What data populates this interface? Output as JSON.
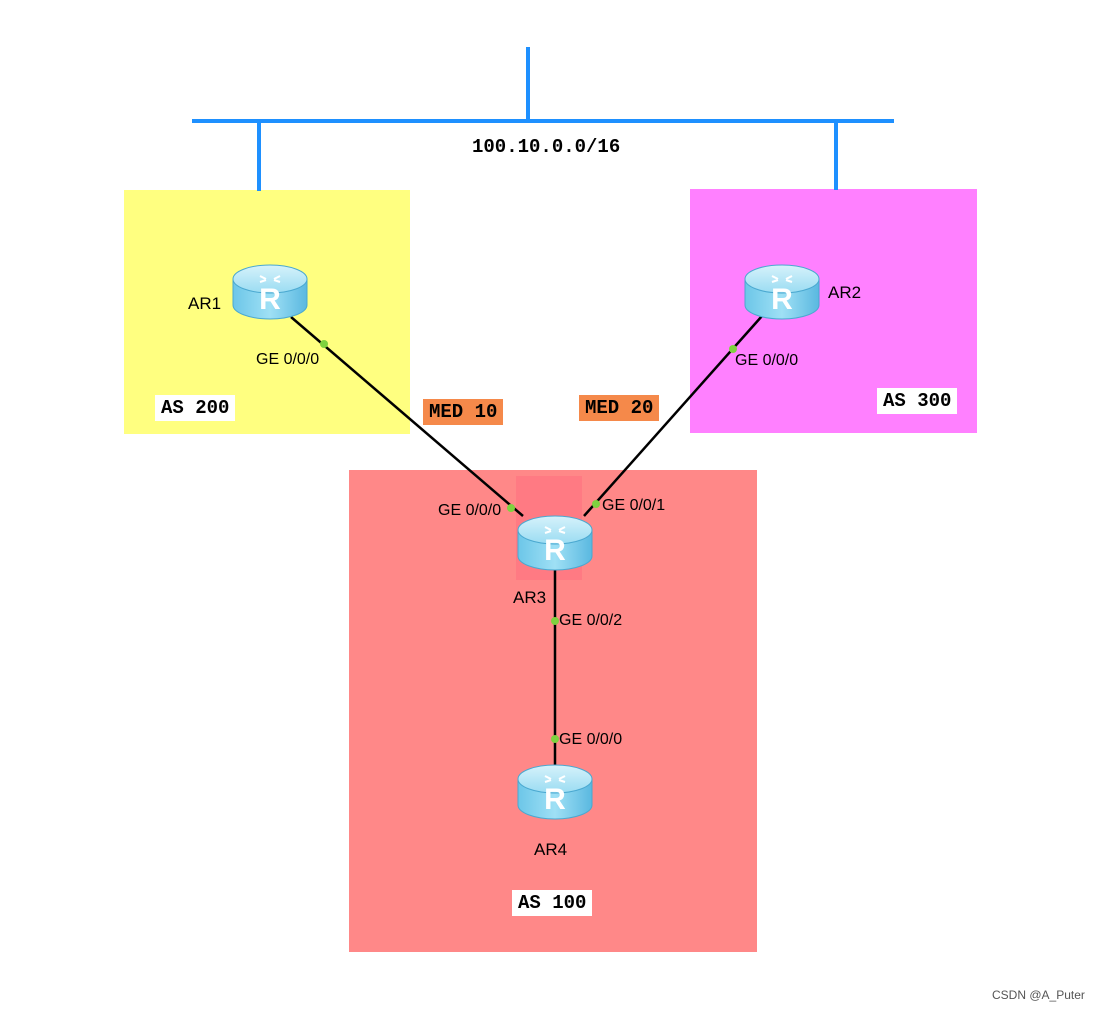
{
  "network": {
    "label": "100.10.0.0/16"
  },
  "as_labels": {
    "as200": "AS 200",
    "as300": "AS 300",
    "as100": "AS 100"
  },
  "med_labels": {
    "left": "MED 10",
    "right": "MED 20"
  },
  "routers": {
    "ar1": "AR1",
    "ar2": "AR2",
    "ar3": "AR3",
    "ar4": "AR4"
  },
  "interfaces": {
    "ar1_ge000": "GE 0/0/0",
    "ar2_ge000": "GE 0/0/0",
    "ar3_ge000": "GE 0/0/0",
    "ar3_ge001": "GE 0/0/1",
    "ar3_ge002": "GE 0/0/2",
    "ar4_ge000": "GE 0/0/0"
  },
  "icons": {
    "router": "router-icon"
  },
  "colors": {
    "as200": "#ffff80",
    "as300": "#ff80ff",
    "as100": "#ff8888",
    "bus": "#1e90ff",
    "med": "#f5894a",
    "port": "#7fd23f"
  },
  "watermark": "CSDN @A_Puter"
}
